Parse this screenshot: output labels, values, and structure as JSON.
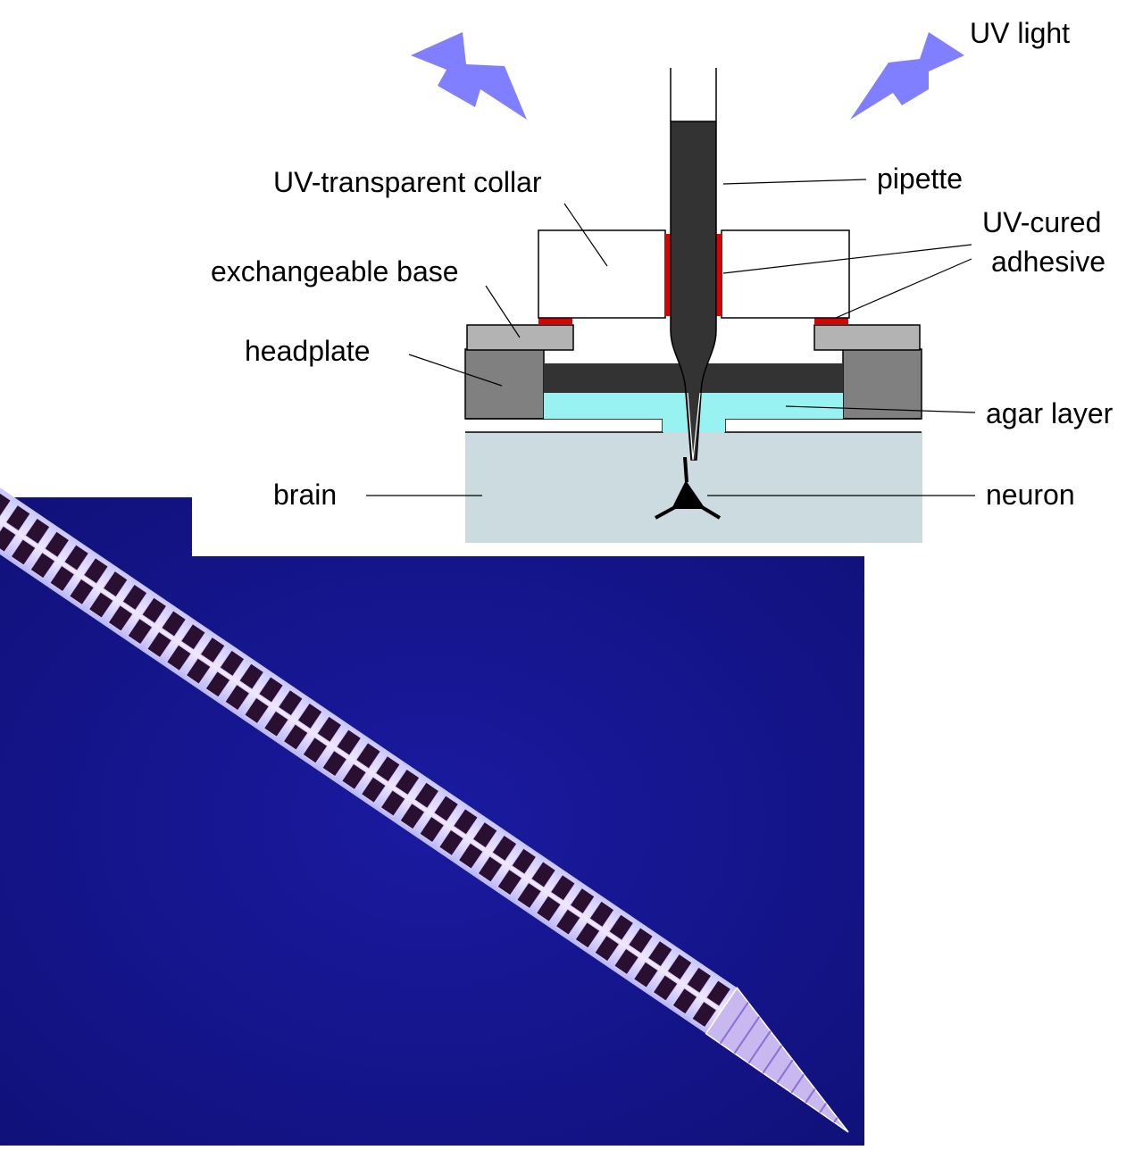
{
  "diagram": {
    "labels": {
      "uv_light": "UV light",
      "pipette": "pipette",
      "uv_transparent_collar": "UV-transparent collar",
      "uv_cured_line1": "UV-cured",
      "uv_cured_line2": "adhesive",
      "exchangeable_base": "exchangeable base",
      "headplate": "headplate",
      "agar_layer": "agar layer",
      "brain": "brain",
      "neuron": "neuron"
    },
    "colors": {
      "lightning": "#7f7fff",
      "pipette_fill": "#333333",
      "adhesive": "#dd0000",
      "base": "#b3b3b3",
      "headplate": "#808080",
      "agar": "#99f2f2",
      "brain": "#ccdbe0",
      "photo_background": "#14148c"
    }
  },
  "photo": {
    "description_icon": "silicon-probe-micrograph",
    "shank_columns": 2,
    "site_rows": 38
  }
}
